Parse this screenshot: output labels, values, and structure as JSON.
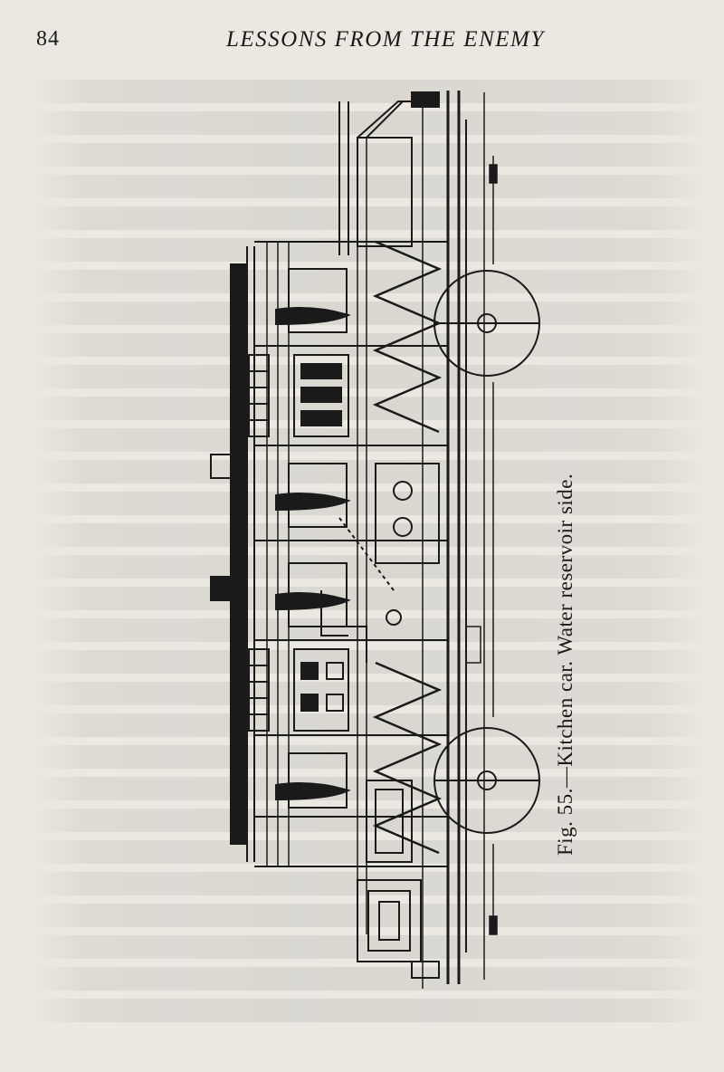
{
  "header": {
    "page_number": "84",
    "running_head": "LESSONS FROM THE ENEMY"
  },
  "figure": {
    "caption": "Fig. 55.—Kitchen car. Water reservoir side.",
    "subject": "kitchen-car-cross-section"
  }
}
